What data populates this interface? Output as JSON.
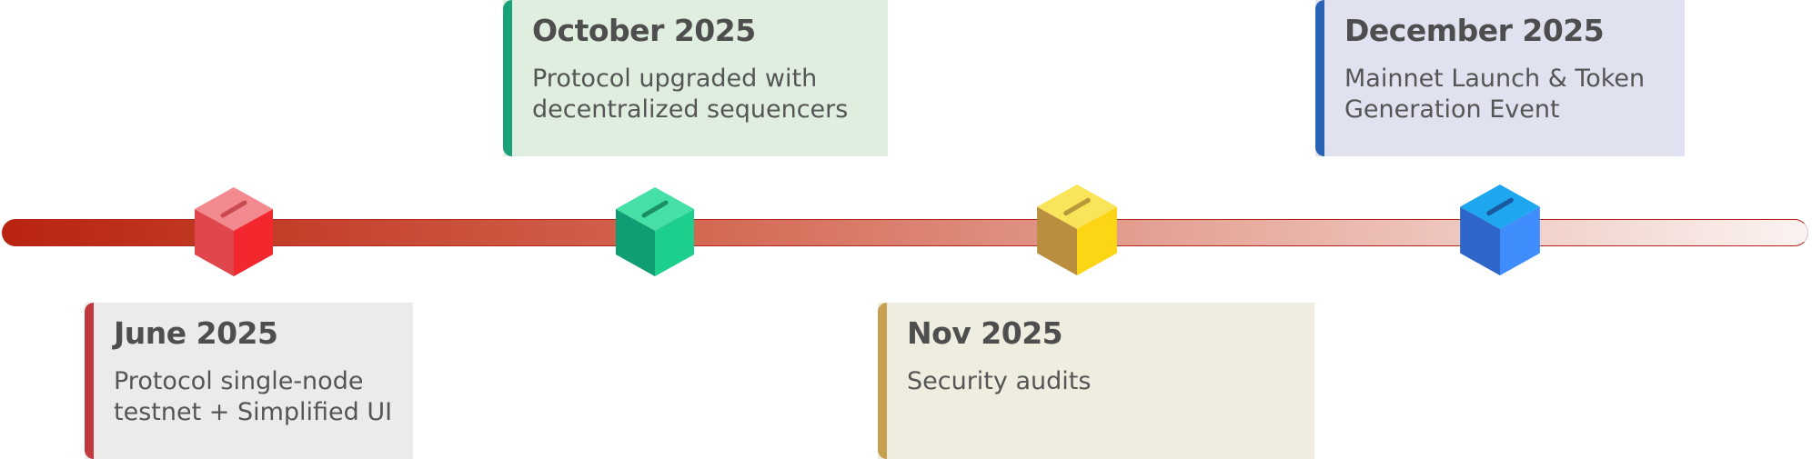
{
  "colors": {
    "bar_start": "#b9230f",
    "bar_mid": "#d46a55",
    "bar_end": "#fbf3f1"
  },
  "milestones": [
    {
      "date": "June 2025",
      "lines": [
        "Protocol single-node",
        "testnet + Simplified UI"
      ],
      "card_bg": "#ecebea",
      "accent": "#c0393f",
      "cube": {
        "top": "#f28a8f",
        "left": "#e0474d",
        "right": "#f2282e",
        "slot": "#c94a4f"
      }
    },
    {
      "date": "October 2025",
      "lines": [
        "Protocol upgraded with",
        "decentralized sequencers"
      ],
      "card_bg": "#e0eee0",
      "accent": "#19a27a",
      "cube": {
        "top": "#45e0a5",
        "left": "#0f9d73",
        "right": "#1ccf8d",
        "slot": "#1b8f68"
      }
    },
    {
      "date": "Nov 2025",
      "lines": [
        "Security audits"
      ],
      "card_bg": "#efede0",
      "accent": "#c6a04e",
      "cube": {
        "top": "#f9e45a",
        "left": "#b98f3f",
        "right": "#fcd514",
        "slot": "#b99a3a"
      }
    },
    {
      "date": "December 2025",
      "lines": [
        "Mainnet Launch & Token",
        "Generation Event"
      ],
      "card_bg": "#e0e2ef",
      "accent": "#2a63b6",
      "cube": {
        "top": "#1ea6ef",
        "left": "#2e67c9",
        "right": "#3f8dfc",
        "slot": "#1a5aa0"
      }
    }
  ]
}
